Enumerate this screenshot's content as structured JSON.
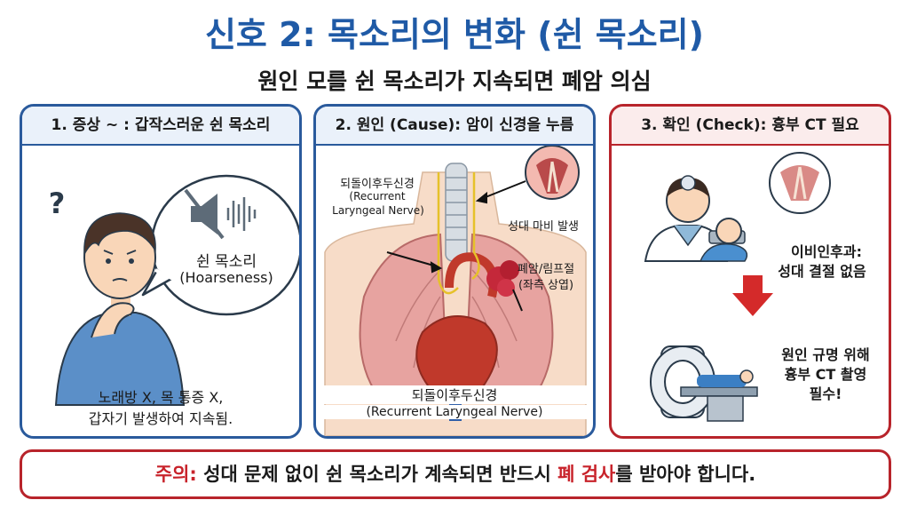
{
  "title": "신호 2: 목소리의 변화 (쉰 목소리)",
  "subtitle": "원인 모를 쉰 목소리가 지속되면 폐암 의심",
  "panel1": {
    "header": "1. 증상 ~ : 갑작스러운 쉰 목소리",
    "bubble_line1": "쉰 목소리",
    "bubble_line2": "(Hoarseness)",
    "question_mark": "?",
    "caption_line1": "노래방 X, 목 통증 X,",
    "caption_line2": "갑자기 발생하여 지속됨."
  },
  "panel2": {
    "header": "2. 원인 (Cause): 암이 신경을 누름",
    "label_nerve_ko": "되돌이후두신경",
    "label_nerve_en1": "(Recurrent",
    "label_nerve_en2": "Laryngeal Nerve)",
    "label_vocal": "성대 마비 발생",
    "label_tumor1": "폐암/림프절",
    "label_tumor2": "(좌측 상엽)",
    "caption_line1": "되돌이후두신경",
    "caption_line2": "(Recurrent Laryngeal Nerve)"
  },
  "panel3": {
    "header": "3. 확인 (Check): 흉부 CT 필요",
    "ent_line1": "이비인후과:",
    "ent_line2": "성대 결절 없음",
    "ct_line1": "원인 규명 위해",
    "ct_line2": "흉부 CT 촬영",
    "ct_line3": "필수!"
  },
  "footer": {
    "prefix": "주의:",
    "part1": " 성대 문제 없이 쉰 목소리가 계속되면 반드시 ",
    "highlight": "폐 검사",
    "part2": "를 받아야 합니다."
  },
  "colors": {
    "title_blue": "#1f5aa6",
    "panel_blue": "#2a5a9c",
    "panel_red": "#b8242b",
    "warning_red": "#c8232b"
  }
}
